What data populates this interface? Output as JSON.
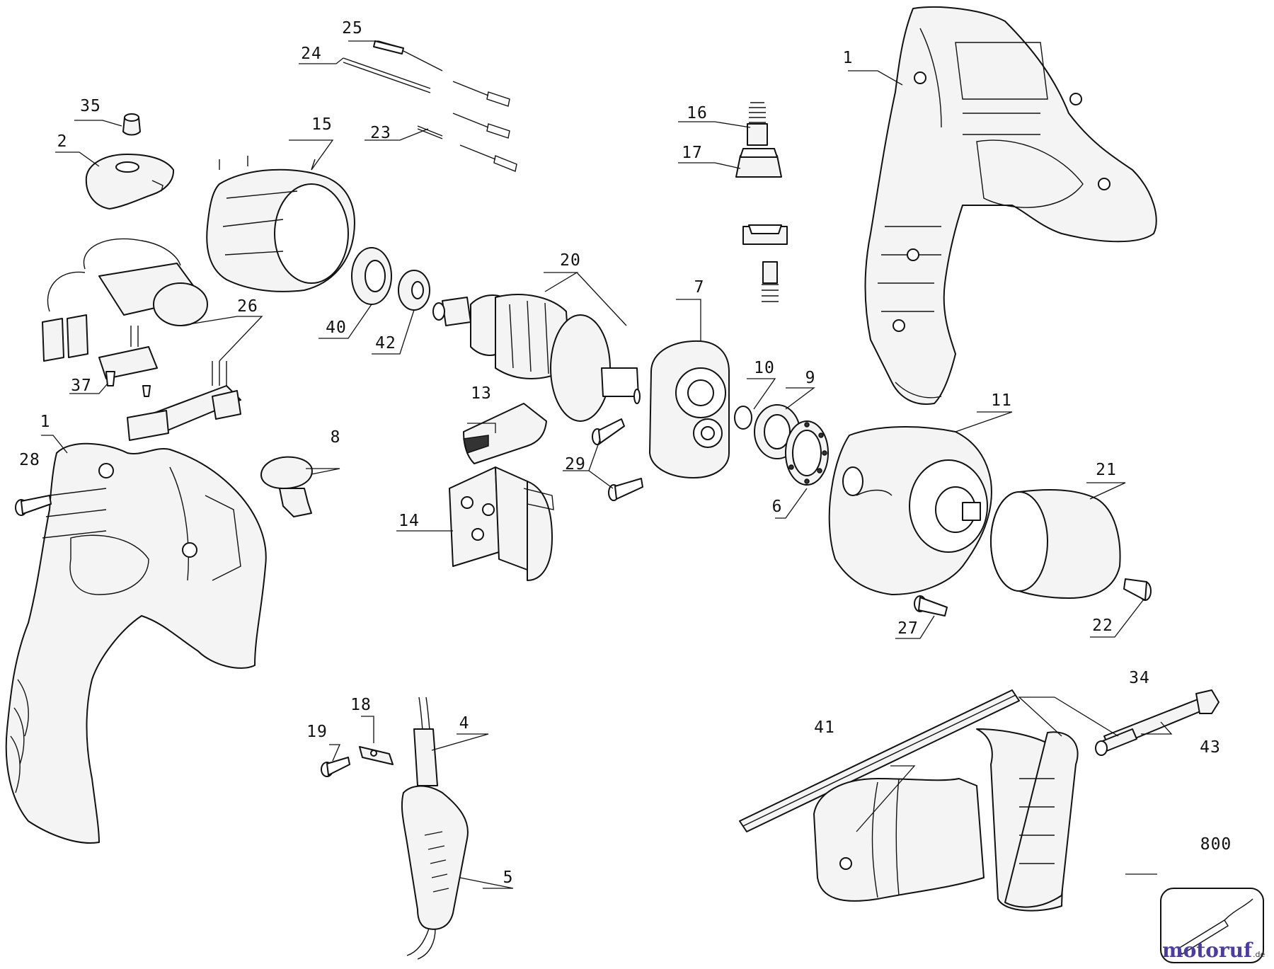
{
  "callouts": [
    {
      "id": "c1a",
      "text": "1"
    },
    {
      "id": "c1b",
      "text": "1"
    },
    {
      "id": "c2",
      "text": "2"
    },
    {
      "id": "c4",
      "text": "4"
    },
    {
      "id": "c5",
      "text": "5"
    },
    {
      "id": "c6",
      "text": "6"
    },
    {
      "id": "c7",
      "text": "7"
    },
    {
      "id": "c8",
      "text": "8"
    },
    {
      "id": "c9",
      "text": "9"
    },
    {
      "id": "c10",
      "text": "10"
    },
    {
      "id": "c11",
      "text": "11"
    },
    {
      "id": "c13",
      "text": "13"
    },
    {
      "id": "c14",
      "text": "14"
    },
    {
      "id": "c15",
      "text": "15"
    },
    {
      "id": "c16",
      "text": "16"
    },
    {
      "id": "c17",
      "text": "17"
    },
    {
      "id": "c18",
      "text": "18"
    },
    {
      "id": "c19",
      "text": "19"
    },
    {
      "id": "c20",
      "text": "20"
    },
    {
      "id": "c21",
      "text": "21"
    },
    {
      "id": "c22",
      "text": "22"
    },
    {
      "id": "c23",
      "text": "23"
    },
    {
      "id": "c24",
      "text": "24"
    },
    {
      "id": "c25",
      "text": "25"
    },
    {
      "id": "c26",
      "text": "26"
    },
    {
      "id": "c27",
      "text": "27"
    },
    {
      "id": "c28",
      "text": "28"
    },
    {
      "id": "c29",
      "text": "29"
    },
    {
      "id": "c34",
      "text": "34"
    },
    {
      "id": "c35",
      "text": "35"
    },
    {
      "id": "c37",
      "text": "37"
    },
    {
      "id": "c40",
      "text": "40"
    },
    {
      "id": "c41",
      "text": "41"
    },
    {
      "id": "c42",
      "text": "42"
    },
    {
      "id": "c43",
      "text": "43"
    },
    {
      "id": "c800",
      "text": "800"
    }
  ],
  "watermark": {
    "brand": "motoruf",
    "suffix": ".de"
  }
}
